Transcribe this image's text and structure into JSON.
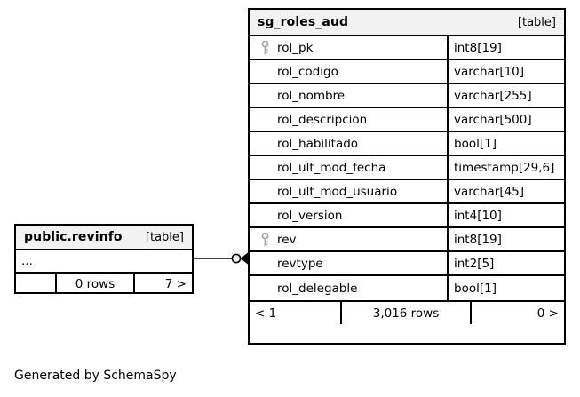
{
  "diagram": {
    "caption": "Generated by SchemaSpy",
    "kind_label": "[table]"
  },
  "tables": [
    {
      "id": "revinfo",
      "name": "public.revinfo",
      "kind": "[table]",
      "columns_collapsed": "...",
      "footer": {
        "left": "",
        "middle": "0 rows",
        "right": "7 >"
      }
    },
    {
      "id": "sg_roles_aud",
      "name": "sg_roles_aud",
      "kind": "[table]",
      "columns": [
        {
          "key": true,
          "name": "rol_pk",
          "type": "int8[19]"
        },
        {
          "key": false,
          "name": "rol_codigo",
          "type": "varchar[10]"
        },
        {
          "key": false,
          "name": "rol_nombre",
          "type": "varchar[255]"
        },
        {
          "key": false,
          "name": "rol_descripcion",
          "type": "varchar[500]"
        },
        {
          "key": false,
          "name": "rol_habilitado",
          "type": "bool[1]"
        },
        {
          "key": false,
          "name": "rol_ult_mod_fecha",
          "type": "timestamp[29,6]"
        },
        {
          "key": false,
          "name": "rol_ult_mod_usuario",
          "type": "varchar[45]"
        },
        {
          "key": false,
          "name": "rol_version",
          "type": "int4[10]"
        },
        {
          "key": true,
          "name": "rev",
          "type": "int8[19]"
        },
        {
          "key": false,
          "name": "revtype",
          "type": "int2[5]"
        },
        {
          "key": false,
          "name": "rol_delegable",
          "type": "bool[1]"
        }
      ],
      "footer": {
        "left": "< 1",
        "middle": "3,016 rows",
        "right": "0 >"
      }
    }
  ],
  "relationship": {
    "from": "public.revinfo",
    "to": "sg_roles_aud",
    "to_column": "rev",
    "notation": "zero-or-many"
  },
  "colors": {
    "border": "#000000",
    "header_background": "#f2f2f2",
    "body_background": "#ffffff",
    "key_icon": "#a6a6a6",
    "text": "#000000"
  }
}
